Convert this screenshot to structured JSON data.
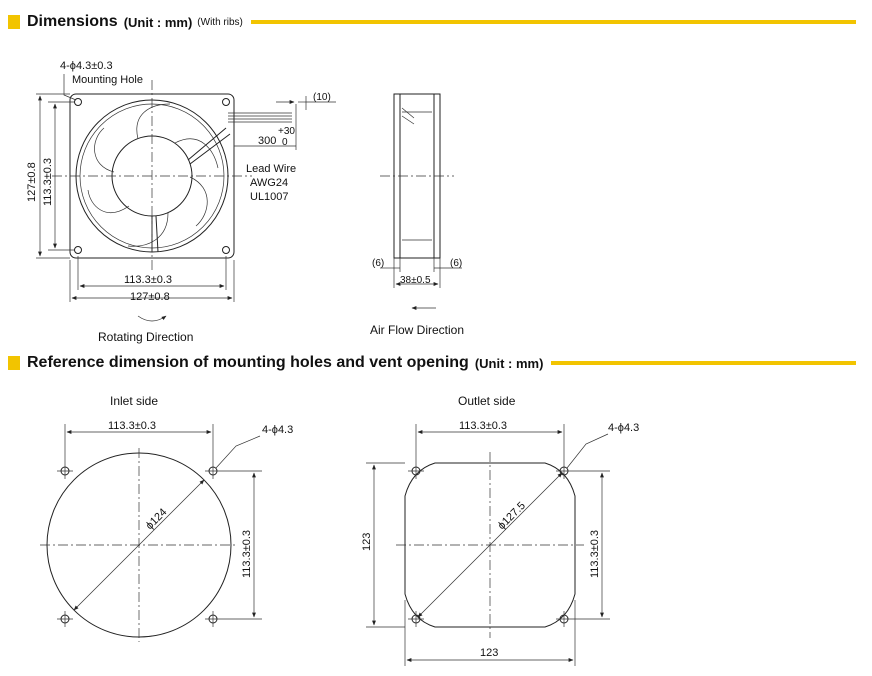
{
  "section1": {
    "title": "Dimensions",
    "unit": "(Unit : mm)",
    "note": "(With ribs)"
  },
  "front_view": {
    "hole_spec": "4-ϕ4.3±0.3",
    "hole_label": "Mounting Hole",
    "height_outer": "127±0.8",
    "height_holes": "113.3±0.3",
    "width_holes": "113.3±0.3",
    "width_outer": "127±0.8",
    "lead_length": "300",
    "lead_tol_plus": "+30",
    "lead_tol_minus": "0",
    "lead_strip": "(10)",
    "lead_wire_1": "Lead Wire",
    "lead_wire_2": "AWG24",
    "lead_wire_3": "UL1007",
    "rotation_label": "Rotating Direction"
  },
  "side_view": {
    "flange_left": "(6)",
    "flange_right": "(6)",
    "depth": "38±0.5",
    "airflow_label": "Air Flow Direction"
  },
  "section2": {
    "title": "Reference dimension of mounting holes and vent opening",
    "unit": "(Unit : mm)"
  },
  "inlet": {
    "title": "Inlet side",
    "holes_h": "113.3±0.3",
    "holes_v": "113.3±0.3",
    "hole_spec": "4-ϕ4.3",
    "diameter": "ϕ124"
  },
  "outlet": {
    "title": "Outlet side",
    "holes_h": "113.3±0.3",
    "holes_v": "113.3±0.3",
    "hole_spec": "4-ϕ4.3",
    "diameter": "ϕ127.5",
    "width": "123",
    "height": "123"
  },
  "colors": {
    "accent": "#f2c400",
    "line": "#222222"
  }
}
